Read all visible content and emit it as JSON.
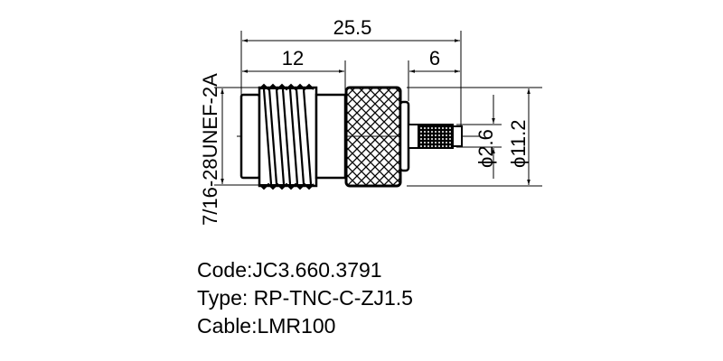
{
  "drawing": {
    "dimensions": {
      "overall_length": "25.5",
      "thread_length": "12",
      "pin_length": "6",
      "pin_diameter": "ϕ2.6",
      "nut_diameter": "ϕ11.2",
      "thread_spec": "7/16-28UNEF-2A"
    }
  },
  "info": {
    "code": "Code:JC3.660.3791",
    "type": "Type: RP-TNC-C-ZJ1.5",
    "cable": "Cable:LMR100"
  }
}
